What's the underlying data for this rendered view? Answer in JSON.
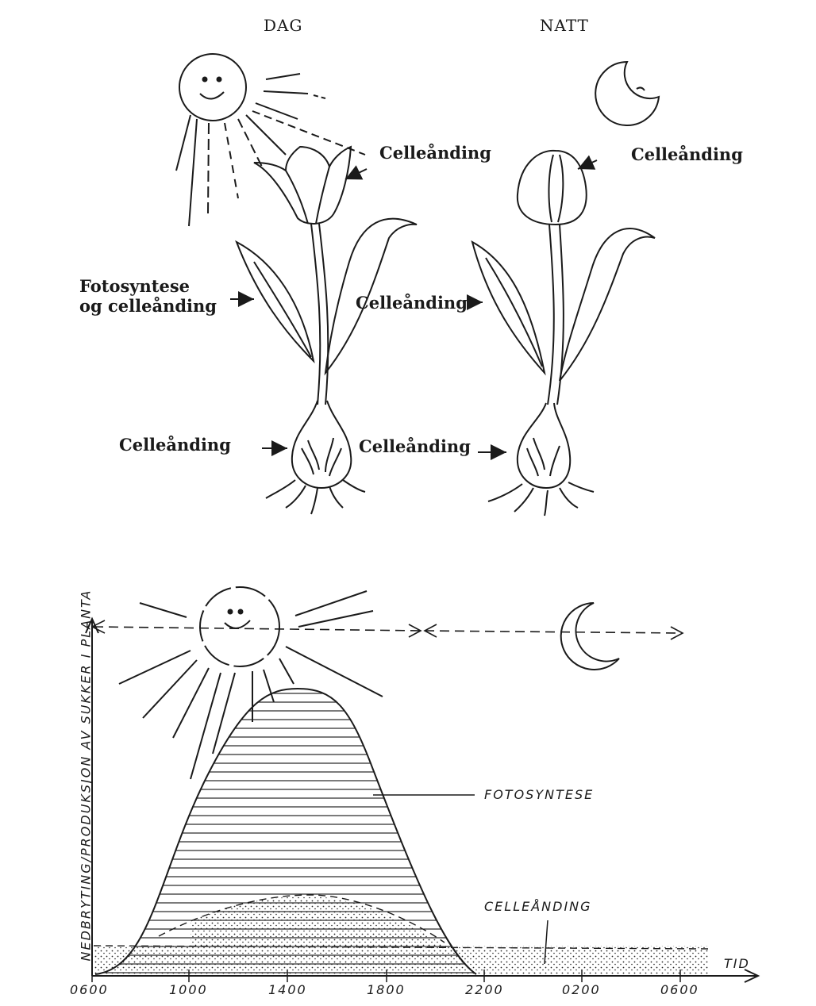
{
  "top": {
    "headers": {
      "day": "DAG",
      "night": "NATT"
    },
    "day_labels": {
      "flower": "Celleånding",
      "leaf_line1": "Fotosyntese",
      "leaf_line2": "og celleånding",
      "bulb": "Celleånding"
    },
    "night_labels": {
      "flower": "Celleånding",
      "leaf": "Celleånding",
      "bulb": "Celleånding"
    }
  },
  "chart_data": {
    "type": "area",
    "y_label": "NEDBRYTING/PRODUKSJON AV SUKKER I PLANTA",
    "x_label": "TID",
    "x_ticks": [
      "0600",
      "1000",
      "1400",
      "1800",
      "2200",
      "0200",
      "0600"
    ],
    "series": [
      {
        "name": "FOTOSYNTESE",
        "fill": "hatched"
      },
      {
        "name": "CELLEÅNDING",
        "fill": "stippled"
      }
    ]
  },
  "colors": {
    "ink": "#1a1a1a",
    "paper": "#ffffff"
  }
}
